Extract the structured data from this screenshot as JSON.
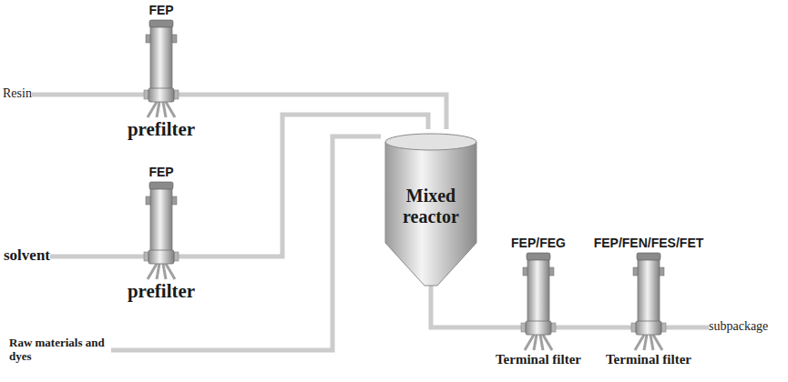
{
  "diagram": {
    "nodes": [
      {
        "text": [
          "Resin"
        ]
      },
      {
        "text": [
          "FEP",
          "prefilter"
        ]
      },
      {
        "text": [
          "solvent"
        ]
      },
      {
        "text": [
          "FEP",
          "prefilter"
        ]
      },
      {
        "text": [
          "Mixed reactor"
        ]
      },
      {
        "text": [
          "Raw materials and dyes"
        ]
      },
      {
        "text": [
          "FEP/FEG",
          "Terminal filter"
        ]
      },
      {
        "text": [
          "FEP/FEN/FES/FET",
          "Terminal filter"
        ]
      },
      {
        "text": [
          "subpackage"
        ]
      }
    ],
    "edges": [
      {
        "from": 0,
        "to": 1,
        "arrow": "none"
      },
      {
        "from": 1,
        "to": 4,
        "arrow": "none"
      },
      {
        "from": 2,
        "to": 3,
        "arrow": "none"
      },
      {
        "from": 3,
        "to": 4,
        "arrow": "none"
      },
      {
        "from": 5,
        "to": 4,
        "arrow": "none"
      },
      {
        "from": 4,
        "to": 6,
        "arrow": "none"
      },
      {
        "from": 6,
        "to": 7,
        "arrow": "none"
      },
      {
        "from": 7,
        "to": 8,
        "arrow": "none"
      }
    ]
  }
}
